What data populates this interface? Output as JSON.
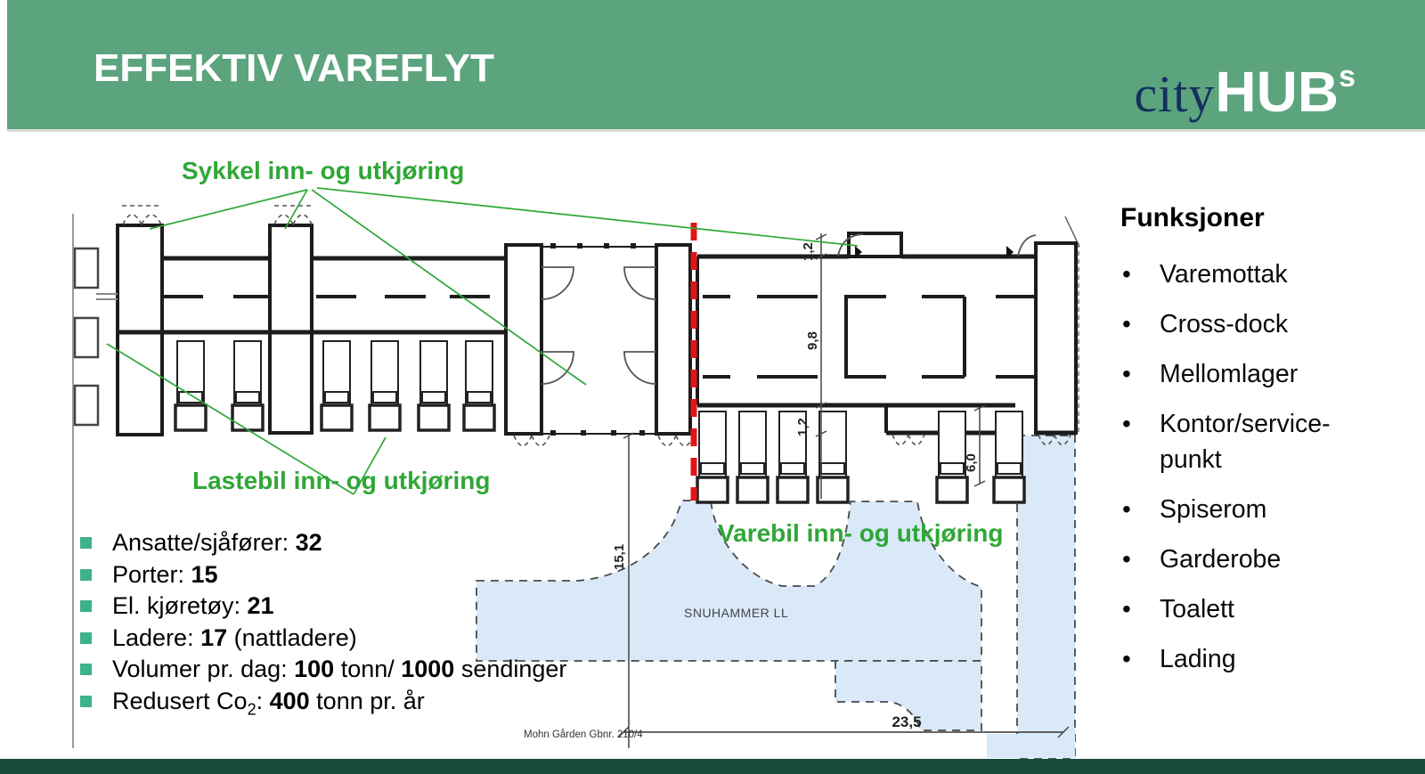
{
  "header": {
    "title": "EFFEKTIV VAREFLYT",
    "logo": {
      "city": "city",
      "hub": "HUB",
      "sup": "s"
    }
  },
  "annotations": {
    "sykkel": "Sykkel inn- og utkjøring",
    "lastebil": "Lastebil inn- og utkjøring",
    "varebil": "Varebil inn- og utkjøring"
  },
  "stats": {
    "items": [
      {
        "s0": "Ansatte/sjåfører: ",
        "s1": "32"
      },
      {
        "s0": "Porter: ",
        "s1": "15"
      },
      {
        "s0": "El. kjøretøy: ",
        "s1": "21"
      },
      {
        "s0": "Ladere: ",
        "s1": "17",
        "s2": " (nattladere)"
      },
      {
        "s0": "Volumer pr. dag: ",
        "s1": "100",
        "s2": " tonn/ ",
        "s3": "1000",
        "s4": " sendinger"
      },
      {
        "s0": "Redusert Co",
        "sub": "2",
        "s2": ": ",
        "s3": "400",
        "s4": " tonn pr. år"
      }
    ]
  },
  "functions": {
    "title": "Funksjoner",
    "items": [
      "Varemottak",
      "Cross-dock",
      "Mellomlager",
      "Kontor/service-punkt",
      "Spiserom",
      "Garderobe",
      "Toalett",
      "Lading"
    ]
  },
  "plan": {
    "snuhammer": "SNUHAMMER LL",
    "cadastral": "Mohn Gården Gbnr. 210/4",
    "dims": {
      "top": "1,2",
      "mid": "9,8",
      "lower": "1,2",
      "right": "6,0",
      "left": "15,1",
      "bottom": "23,5"
    }
  },
  "colors": {
    "header_green": "#5ca47e",
    "footer_green": "#1a4a3a",
    "annotation_green": "#2fa736",
    "stat_bullet_teal": "#3eb289",
    "van_area_blue": "#d9e9f8",
    "divider_red": "#e01616",
    "logo_navy": "#14305c"
  }
}
